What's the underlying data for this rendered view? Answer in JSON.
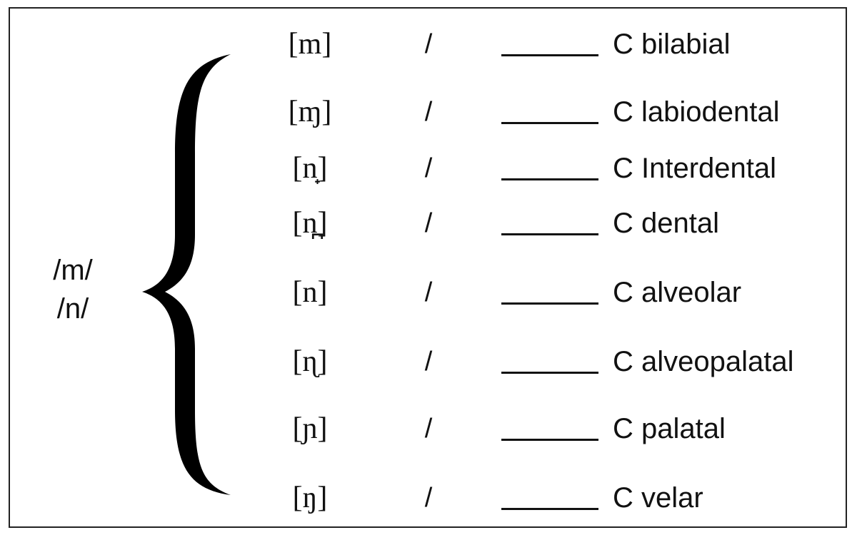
{
  "phonemes": [
    "/m/",
    "/n/"
  ],
  "rules": [
    {
      "allophone": "[m]",
      "slash": "/",
      "environment": "C bilabial"
    },
    {
      "allophone": "[ɱ]",
      "slash": "/",
      "environment": "C labiodental"
    },
    {
      "allophone": "[n̟]",
      "slash": "/",
      "environment": "C Interdental"
    },
    {
      "allophone": "[n̪]",
      "slash": "/",
      "environment": "C dental"
    },
    {
      "allophone": "[n]",
      "slash": "/",
      "environment": "C alveolar"
    },
    {
      "allophone": "[ɳ]",
      "slash": "/",
      "environment": "C alveopalatal"
    },
    {
      "allophone": "[ɲ]",
      "slash": "/",
      "environment": "C palatal"
    },
    {
      "allophone": "[ŋ]",
      "slash": "/",
      "environment": "C velar"
    }
  ]
}
